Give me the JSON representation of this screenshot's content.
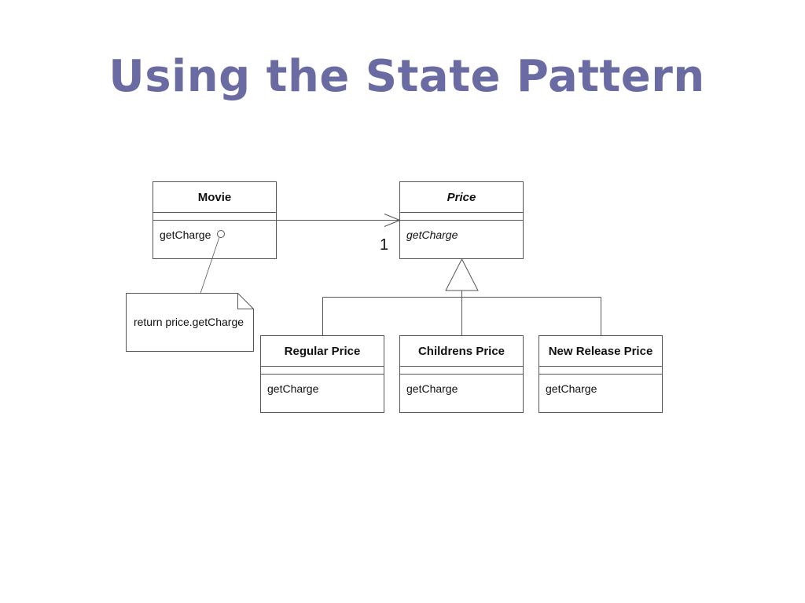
{
  "slide": {
    "title": "Using the State Pattern"
  },
  "classes": {
    "movie": {
      "name": "Movie",
      "method": "getCharge"
    },
    "price": {
      "name": "Price",
      "method": "getCharge"
    },
    "regular": {
      "name": "Regular Price",
      "method": "getCharge"
    },
    "childrens": {
      "name": "Childrens Price",
      "method": "getCharge"
    },
    "new_release": {
      "name": "New Release Price",
      "method": "getCharge"
    }
  },
  "association": {
    "multiplicity": "1"
  },
  "note": {
    "text": "return price.getCharge"
  }
}
